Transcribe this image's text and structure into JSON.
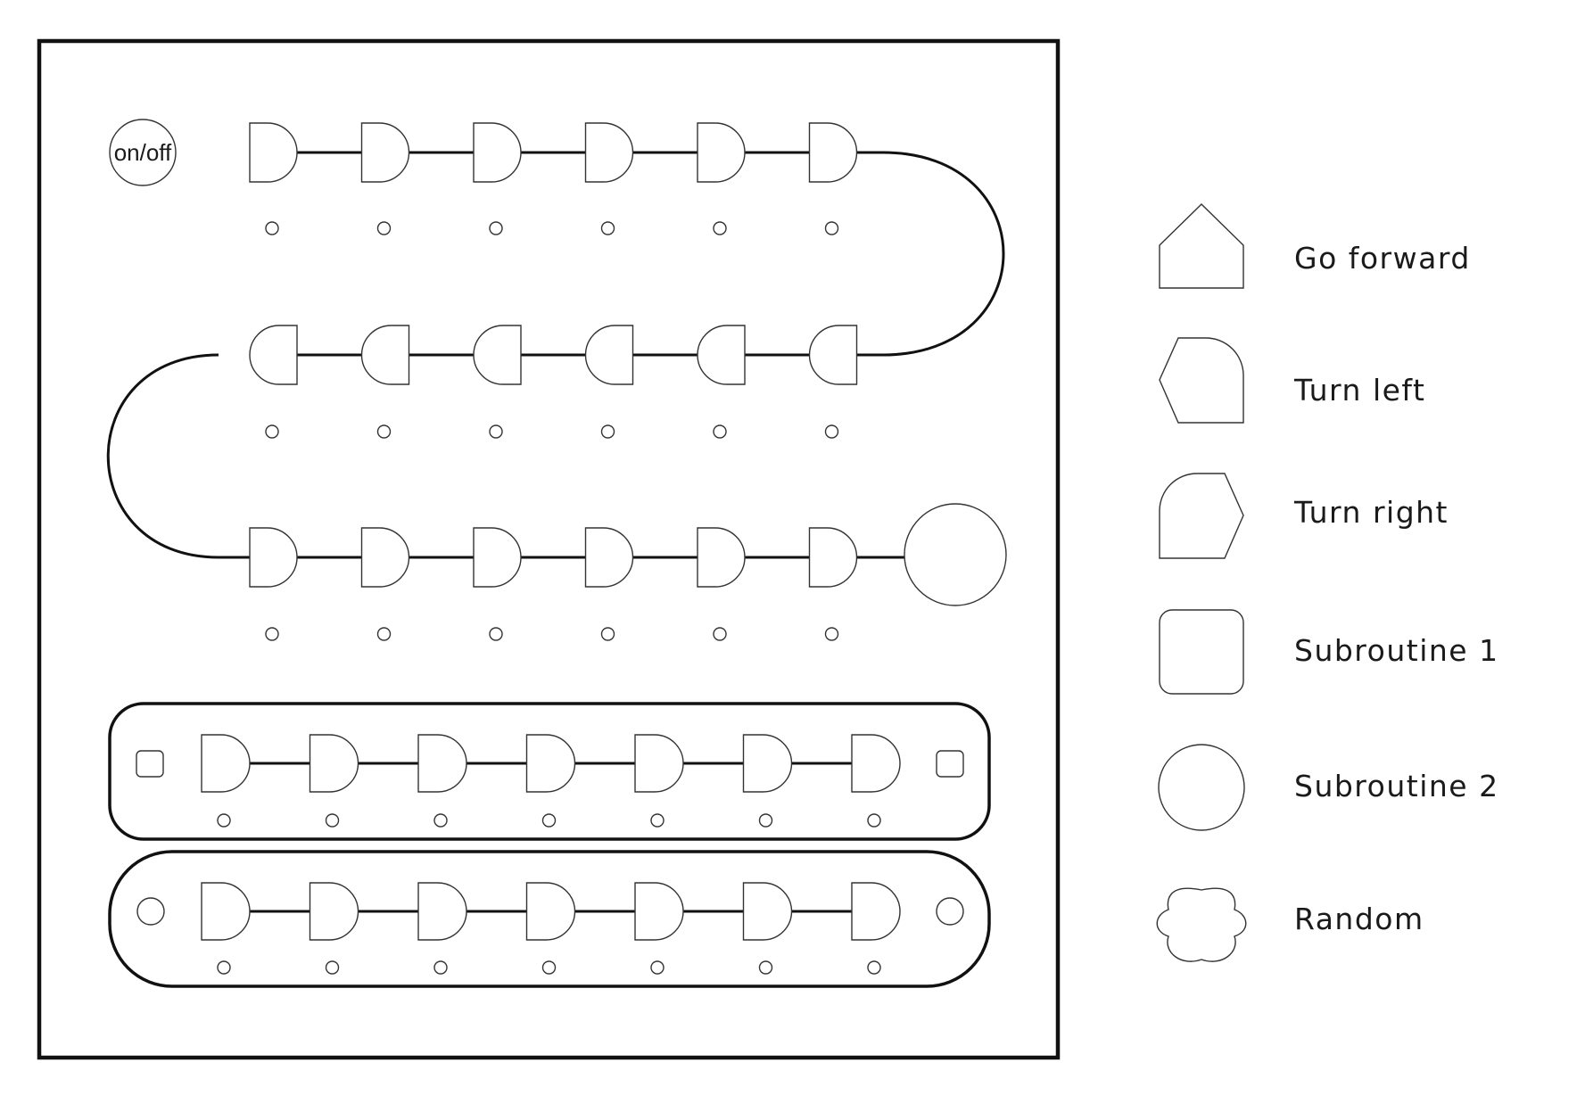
{
  "power": {
    "label": "on/off"
  },
  "board": {
    "main_rows": 3,
    "slots_per_main_row": 6,
    "subroutine_rows": [
      "Subroutine 1",
      "Subroutine 2"
    ],
    "slots_per_subroutine_row": 7
  },
  "legend": [
    {
      "id": "go-forward",
      "label": "Go forward",
      "shape": "house-pentagon-icon"
    },
    {
      "id": "turn-left",
      "label": "Turn left",
      "shape": "left-point-icon"
    },
    {
      "id": "turn-right",
      "label": "Turn right",
      "shape": "right-point-icon"
    },
    {
      "id": "subroutine-1",
      "label": "Subroutine 1",
      "shape": "rounded-square-icon"
    },
    {
      "id": "subroutine-2",
      "label": "Subroutine 2",
      "shape": "circle-icon"
    },
    {
      "id": "random",
      "label": "Random",
      "shape": "flower-icon"
    }
  ]
}
